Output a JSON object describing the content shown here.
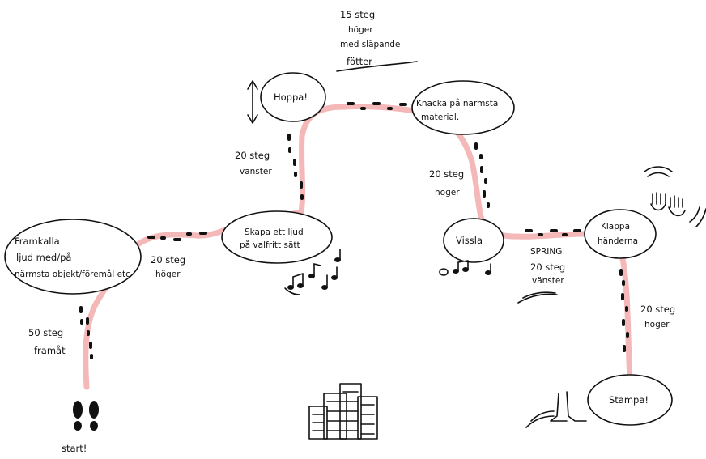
{
  "diagram": {
    "start_label": "start!",
    "top_note_lines": [
      "15 steg",
      "höger",
      "med släpande",
      "fötter"
    ],
    "stations": [
      {
        "id": "trumma",
        "lines": [
          "Framkalla",
          "ljud med/på",
          "närmsta objekt/föremål etc"
        ]
      },
      {
        "id": "skapa",
        "lines": [
          "Skapa ett ljud",
          "på valfritt sätt"
        ]
      },
      {
        "id": "hoppa",
        "lines": [
          "Hoppa!"
        ]
      },
      {
        "id": "knacka",
        "lines": [
          "Knacka på närmsta",
          "material."
        ]
      },
      {
        "id": "vissla",
        "lines": [
          "Vissla"
        ]
      },
      {
        "id": "klappa",
        "lines": [
          "Klappa",
          "händerna"
        ]
      },
      {
        "id": "stampa",
        "lines": [
          "Stampa!"
        ]
      }
    ],
    "step_notes": [
      {
        "id": "n50",
        "lines": [
          "50 steg",
          "framåt"
        ]
      },
      {
        "id": "n20a",
        "lines": [
          "20 steg",
          "höger"
        ]
      },
      {
        "id": "n20b",
        "lines": [
          "20 steg",
          "vänster"
        ]
      },
      {
        "id": "n20c",
        "lines": [
          "20 steg",
          "höger"
        ]
      },
      {
        "id": "nspring",
        "lines": [
          "SPRING!",
          "20 steg",
          "vänster"
        ]
      },
      {
        "id": "n20d",
        "lines": [
          "20 steg",
          "höger"
        ]
      }
    ],
    "colors": {
      "path": "#f4b8b8",
      "ink": "#111111"
    }
  }
}
